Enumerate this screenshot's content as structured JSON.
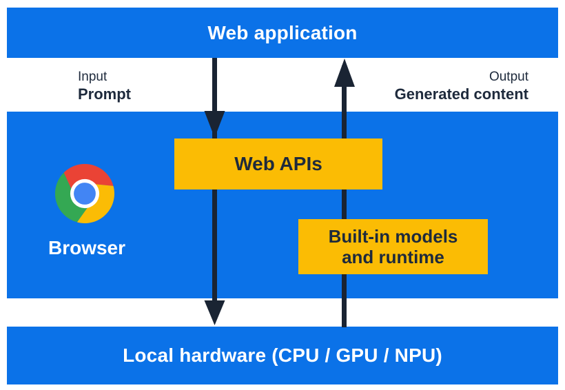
{
  "colors": {
    "panel_blue": "#0b72e8",
    "box_yellow": "#fbbc04",
    "text_navy": "#1e2a3c",
    "arrow_navy": "#1a2433",
    "bar_text": "#ffffff",
    "chrome_red": "#ea4335",
    "chrome_yellow": "#fbbc05",
    "chrome_green": "#34a853",
    "chrome_blue": "#4285f4"
  },
  "top_bar": {
    "label": "Web application"
  },
  "io_labels": {
    "input_title": "Input",
    "input_value": "Prompt",
    "output_title": "Output",
    "output_value": "Generated content"
  },
  "browser_panel": {
    "label": "Browser",
    "web_apis": {
      "label": "Web APIs"
    },
    "builtin": {
      "line1": "Built-in models",
      "line2": "and runtime"
    }
  },
  "bottom_bar": {
    "label": "Local hardware (CPU / GPU / NPU)"
  },
  "arrows": {
    "down": {
      "direction": "down",
      "from": "Web application",
      "to": "Local hardware"
    },
    "up": {
      "direction": "up",
      "from": "Local hardware",
      "to": "Web application"
    }
  },
  "icons": {
    "chrome": "chrome-logo"
  }
}
